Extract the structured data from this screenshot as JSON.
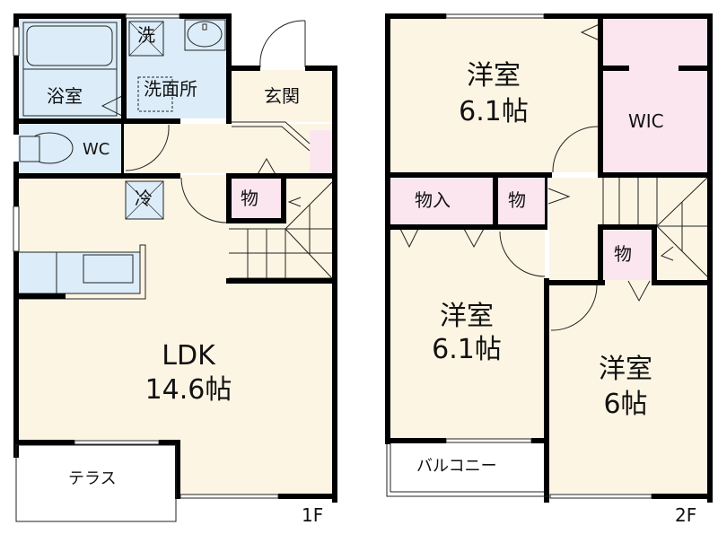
{
  "floors": [
    {
      "label": "1F",
      "rooms": {
        "bath": "浴室",
        "washroom": "洗面所",
        "washer": "洗",
        "entrance": "玄関",
        "wc": "WC",
        "fridge": "冷",
        "storage": "物",
        "ldk_name": "LDK",
        "ldk_size": "14.6帖",
        "terrace": "テラス"
      }
    },
    {
      "label": "2F",
      "rooms": {
        "western1_name": "洋室",
        "western1_size": "6.1帖",
        "wic": "WIC",
        "closet": "物入",
        "storage_a": "物",
        "storage_b": "物",
        "western2_name": "洋室",
        "western2_size": "6.1帖",
        "western3_name": "洋室",
        "western3_size": "6帖",
        "balcony": "バルコニー"
      }
    }
  ],
  "colors": {
    "room": "#fdf5e4",
    "wet": "#dcedf9",
    "storage": "#fbe6f0",
    "wall": "#000000"
  }
}
